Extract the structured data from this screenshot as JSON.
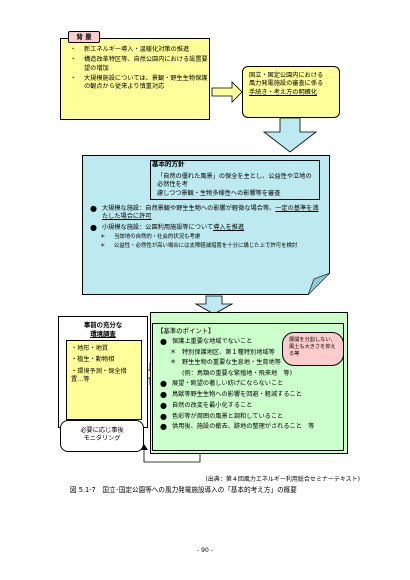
{
  "background": {
    "tag": "背 景",
    "bullet": "・",
    "items": [
      "新エネルギー導入・温暖化対策の推進",
      "構造改革特区等、自然公園内における設置要望の増加",
      "大規模施設については、景観・野生生物保護の観点から従来より慎重対応"
    ]
  },
  "policy_box": {
    "lines": [
      "国立・国定公園内における",
      "風力発電施設の審査に係る",
      "手続き・考え方の明確化"
    ]
  },
  "basic_policy": {
    "title": "基本的方針",
    "lines": [
      "「自然の優れた風景」の保全を主とし、公益性や立地の必然性を考",
      "慮しつつ景観・生物多様性への影響等を審査"
    ],
    "bullet": "●",
    "large_prefix": "大規模な施設：自然景観や野生生物への影響が軽微な場合等、",
    "large_link": "一定の基準を満たした場合に許可",
    "small_prefix": "小規模な施設：公園利用施設等について",
    "small_link": "導入を推進",
    "sub_mark": "＊",
    "sub_items": [
      "当該地の自然的・社会的状況も考慮",
      "公益性・必然性が高い場合には支障軽減措置を十分に講じた上で許可を検討"
    ]
  },
  "preliminary": {
    "title_line1": "事前の充分な",
    "title_line2": "環境調査",
    "items": [
      "・地形・地質",
      "・植生・動物相",
      "・環境予測・保全措置…等"
    ]
  },
  "monitoring": {
    "line1": "必要に応じ事後",
    "line2": "モニタリング"
  },
  "criteria": {
    "title": "【基準のポイント】",
    "bullet": "●",
    "item1": "保護上重要な地域でないこと",
    "item1_subs": [
      "特別保護地区、第１種特別地域等",
      "野生生物の重要な生息地・生育地等",
      "(例：鳥類の重要な繁殖地・飛来地　等)"
    ],
    "sub_mark": "＊",
    "items": [
      "展望・眺望の著しい妨げにならないこと",
      "鳥獣等野生生物への影響を回避・軽減すること",
      "自然の改変を最小化すること",
      "色彩等が周囲の風景と調和していること",
      "供用後、施設の撤去、跡地の整理がされること　等"
    ]
  },
  "callout": {
    "text": "展開を分割しない、風土も大きさを抑える等"
  },
  "source": "(出典：第４回風力エネルギー利用総合セミナーテキスト)",
  "caption": "図 5.1-7　国立･国定公園等への風力発電施設導入の「基本的考え方」の概要",
  "page_number": "- 90 -"
}
